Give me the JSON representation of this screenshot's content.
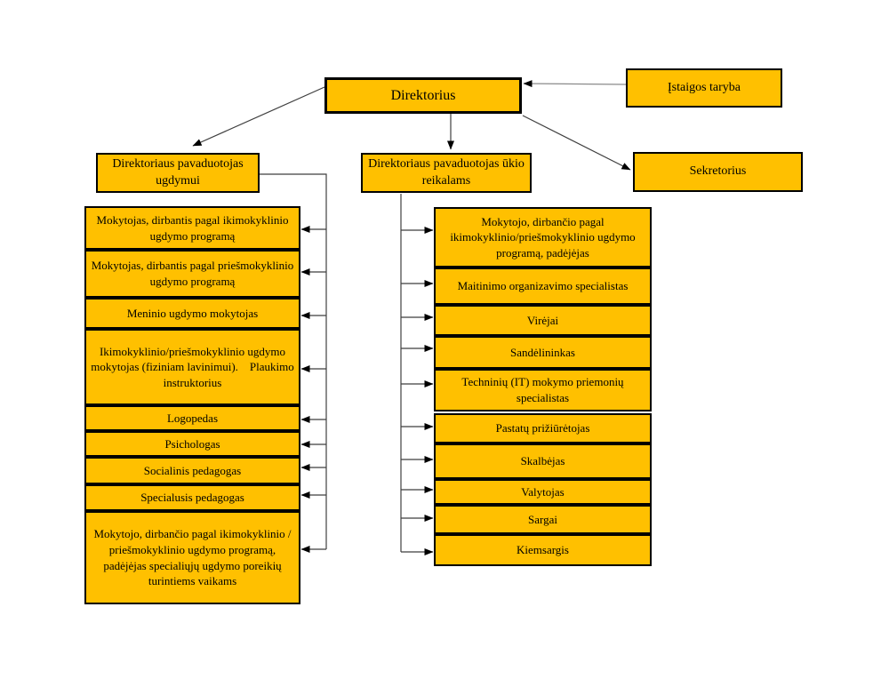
{
  "diagram_title": "",
  "colors": {
    "box_fill": "#FFC000",
    "box_border": "#000000",
    "connector_line": "#3F3F3F",
    "council_line": "#8A8A8A",
    "background": "#FFFFFF"
  },
  "nodes": {
    "direktorius": "Direktorius",
    "istaigos_taryba": "Įstaigos taryba",
    "sekretorius": "Sekretorius",
    "pavaduotojas_ugdymui": "Direktoriaus pavaduotojas ugdymui",
    "pavaduotojas_ukio": "Direktoriaus pavaduotojas ūkio reikalams"
  },
  "left_column": [
    "Mokytojas, dirbantis pagal ikimokyklinio ugdymo programą",
    "Mokytojas, dirbantis pagal priešmokyklinio ugdymo programą",
    "Meninio ugdymo mokytojas",
    "Ikimokyklinio/priešmokyklinio ugdymo mokytojas (fiziniam lavinimui).    Plaukimo instruktorius",
    "Logopedas",
    "Psichologas",
    "Socialinis pedagogas",
    "Specialusis pedagogas",
    "Mokytojo, dirbančio pagal ikimokyklinio / priešmokyklinio ugdymo programą, padėjėjas specialiųjų ugdymo poreikių turintiems vaikams"
  ],
  "right_column": [
    "Mokytojo, dirbančio pagal ikimokyklinio/priešmokyklinio ugdymo programą, padėjėjas",
    "Maitinimo organizavimo specialistas",
    "Virėjai",
    "Sandėlininkas",
    "Techninių (IT) mokymo priemonių specialistas",
    "Pastatų prižiūrėtojas",
    "Skalbėjas",
    "Valytojas",
    "Sargai",
    "Kiemsargis"
  ],
  "edges": [
    {
      "from": "Įstaigos taryba",
      "to": "Direktorius"
    },
    {
      "from": "Direktorius",
      "to": "Direktoriaus pavaduotojas ugdymui"
    },
    {
      "from": "Direktorius",
      "to": "Direktoriaus pavaduotojas ūkio reikalams"
    },
    {
      "from": "Direktorius",
      "to": "Sekretorius"
    },
    {
      "from": "Direktoriaus pavaduotojas ugdymui",
      "to": "every box in left_column"
    },
    {
      "from": "Direktoriaus pavaduotojas ūkio reikalams",
      "to": "every box in right_column"
    }
  ]
}
